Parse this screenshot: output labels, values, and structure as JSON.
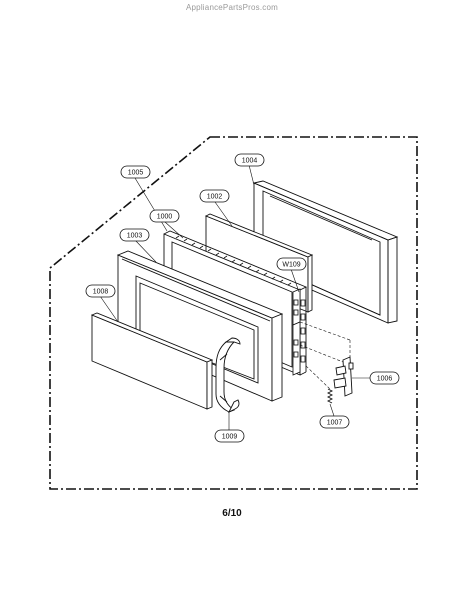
{
  "watermark": "AppliancePartsPros.com",
  "page_number": "6/10",
  "callouts": [
    {
      "id": "1005",
      "text": "1005"
    },
    {
      "id": "1004",
      "text": "1004"
    },
    {
      "id": "1002",
      "text": "1002"
    },
    {
      "id": "1000",
      "text": "1000"
    },
    {
      "id": "1003",
      "text": "1003"
    },
    {
      "id": "w109",
      "text": "W109"
    },
    {
      "id": "1008",
      "text": "1008"
    },
    {
      "id": "1006",
      "text": "1006"
    },
    {
      "id": "1009",
      "text": "1009"
    },
    {
      "id": "1007",
      "text": "1007"
    }
  ]
}
